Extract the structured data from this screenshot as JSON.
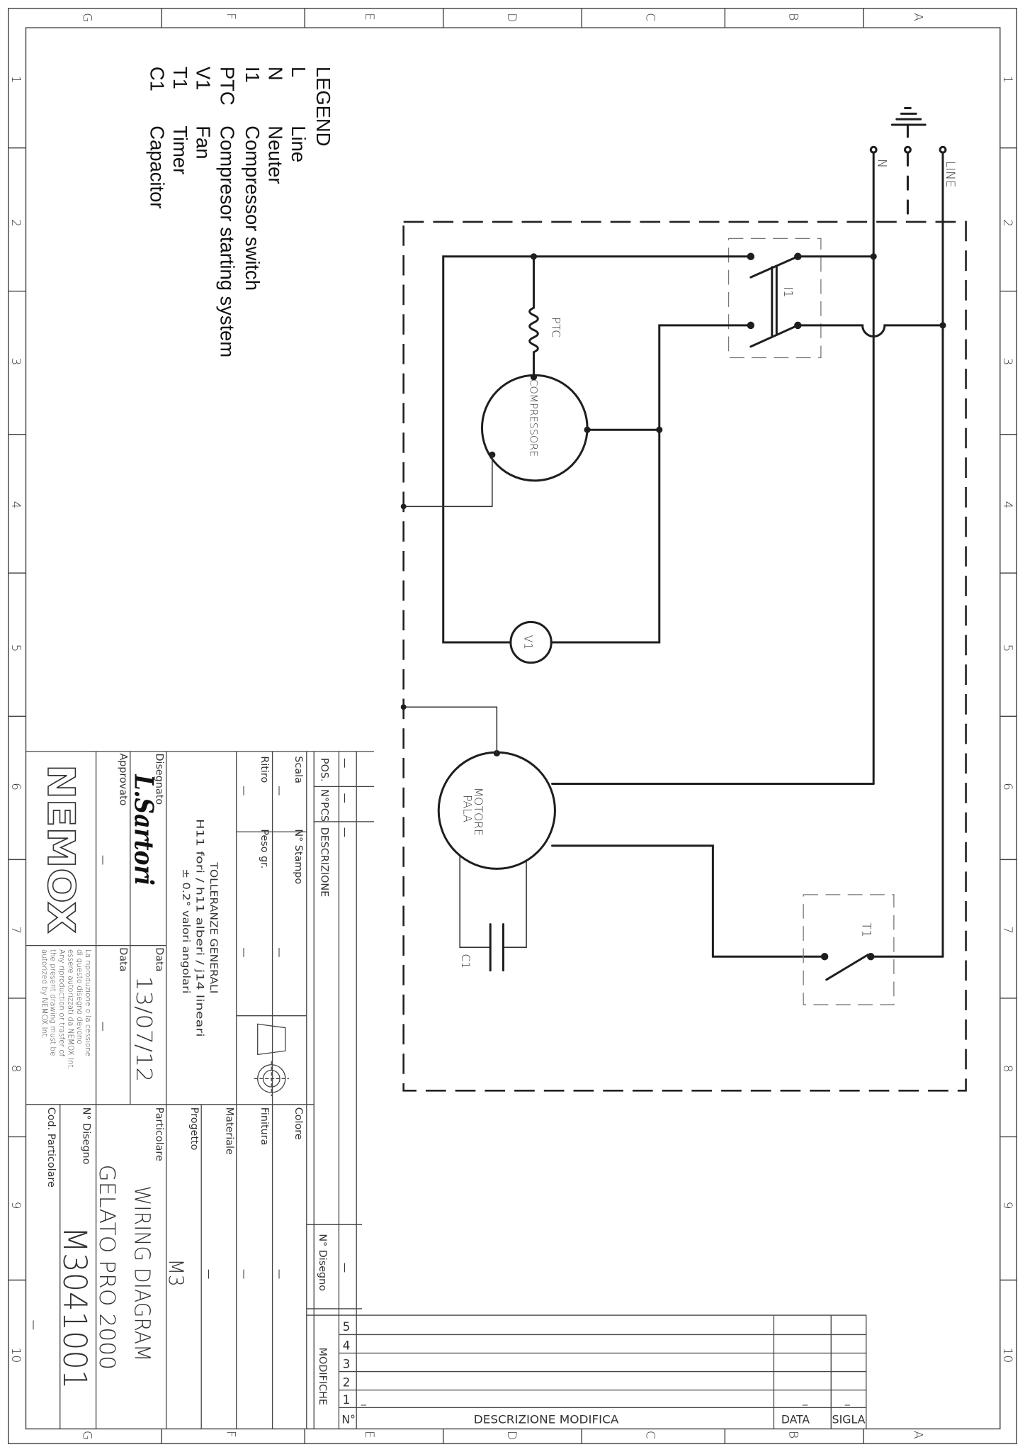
{
  "zones": {
    "columns": [
      "G",
      "F",
      "E",
      "D",
      "C",
      "B",
      "A"
    ],
    "rows": [
      "1",
      "2",
      "3",
      "4",
      "5",
      "6",
      "7",
      "8",
      "9",
      "10"
    ]
  },
  "legend": {
    "title": "LEGEND",
    "items": [
      {
        "code": "L",
        "label": "Line"
      },
      {
        "code": "N",
        "label": "Neuter"
      },
      {
        "code": "I1",
        "label": "Compressor switch"
      },
      {
        "code": "PTC",
        "label": "Compresor starting system"
      },
      {
        "code": "V1",
        "label": "Fan"
      },
      {
        "code": "T1",
        "label": "Timer"
      },
      {
        "code": "C1",
        "label": "Capacitor"
      }
    ]
  },
  "diagram": {
    "line_label": "LINE",
    "neutral_label": "N",
    "switch_label": "I1",
    "ptc_label": "PTC",
    "compressor_label": "COMPRESSORE",
    "fan_label": "V1",
    "motor_label_1": "MOTORE",
    "motor_label_2": "PALA",
    "capacitor_label": "C1",
    "timer_label": "T1"
  },
  "title_block": {
    "pos_label": "POS.",
    "npcs_label": "N°PCS",
    "descrizione_label": "DESCRIZIONE",
    "scala_label": "Scala",
    "n_stampo_label": "N° Stampo",
    "ritiro_label": "Ritiro",
    "peso_label": "Peso gr.",
    "empty_value": "—",
    "tolerances_title": "TOLLERANZE GENERALI",
    "tolerances_line1": "H11 fori / h11 alberi / j14 lineari",
    "tolerances_line2": "± 0.2° valori angolari",
    "disegnato_label": "Disegnato",
    "designer_signature": "L.Sartori",
    "data_label": "Data",
    "date": "13/07/12",
    "approvato_label": "Approvato",
    "logo": "NEMOX",
    "disclaimer": [
      "La riproduzione o la cessione",
      "di questo disegno devono",
      "essere autorizzati da NEMOX Int.",
      "Any riproduction or trasfer of",
      "the present drawing must be",
      "autorized by NEMOX Int."
    ],
    "colore_label": "Colore",
    "finitura_label": "Finitura",
    "materiale_label": "Materiale",
    "progetto_label": "Progetto",
    "progetto_value": "M3",
    "particolare_label": "Particolare",
    "particolare_value": "WIRING DIAGRAM",
    "product_name": "GELATO PRO 2000",
    "n_disegno_label": "N° Disegno",
    "n_disegno_value": "M3041001",
    "cod_particolare_label": "Cod. Particolare"
  },
  "modifiche": {
    "title": "MODIFICHE",
    "n_disegno_label": "N° Disegno",
    "rows": [
      "5",
      "4",
      "3",
      "2",
      "1"
    ],
    "n_header": "N°",
    "descrizione_header": "DESCRIZIONE MODIFICA",
    "data_header": "DATA",
    "sigla_header": "SIGLA",
    "row1_placeholder": "_"
  }
}
